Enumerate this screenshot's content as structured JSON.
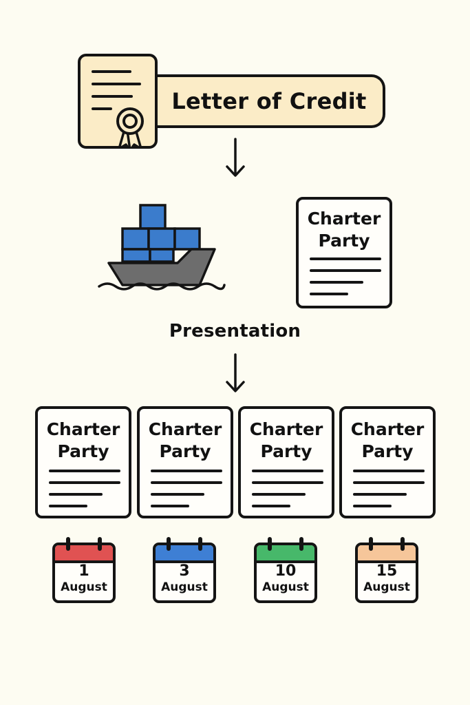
{
  "letter_of_credit": {
    "label": "Letter of Credit"
  },
  "presentation": {
    "label": "Presentation"
  },
  "top_document": {
    "line1": "Charter",
    "line2": "Party"
  },
  "documents": [
    {
      "line1": "Charter",
      "line2": "Party"
    },
    {
      "line1": "Charter",
      "line2": "Party"
    },
    {
      "line1": "Charter",
      "line2": "Party"
    },
    {
      "line1": "Charter",
      "line2": "Party"
    }
  ],
  "calendars": [
    {
      "day": "1",
      "month": "August",
      "color": "#e05252"
    },
    {
      "day": "3",
      "month": "August",
      "color": "#3e7fd4"
    },
    {
      "day": "10",
      "month": "August",
      "color": "#47b86a"
    },
    {
      "day": "15",
      "month": "August",
      "color": "#f6c69a"
    }
  ],
  "colors": {
    "background": "#fdfcf2",
    "lc_fill": "#fbecc7",
    "container_blue": "#3b7ccc",
    "hull_gray": "#6d6d6d"
  },
  "icons": {
    "certificate": "certificate-icon",
    "ship": "cargo-ship-icon",
    "arrow": "arrow-down-icon",
    "calendar": "calendar-icon"
  }
}
